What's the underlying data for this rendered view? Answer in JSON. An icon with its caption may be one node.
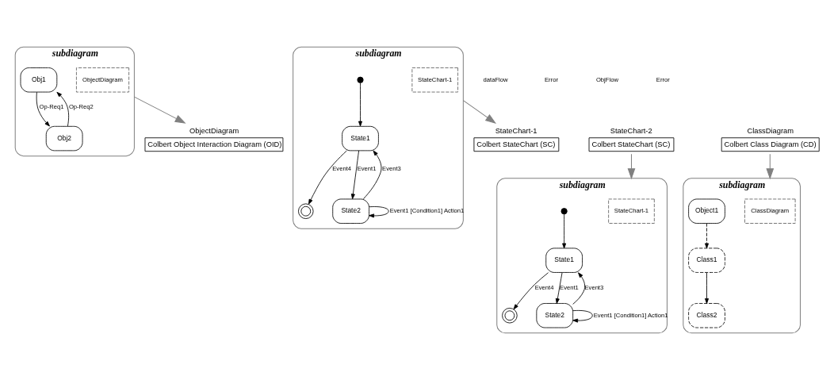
{
  "diagram": {
    "nodes": [
      {
        "text": [
          "ObjectDiagram",
          "Colbert Object Interaction Diagram (OID)"
        ]
      },
      {
        "text": [
          "StateChart-1",
          "Colbert StateChart (SC)"
        ]
      },
      {
        "text": [
          "StateChart-2",
          "Colbert StateChart (SC)"
        ]
      },
      {
        "text": [
          "ClassDiagram",
          "Colbert Class Diagram (CD)"
        ]
      },
      {
        "text": [
          "subdiagram"
        ]
      },
      {
        "text": [
          "ObjectDiagram"
        ],
        "in": 4
      },
      {
        "text": [
          "Obj1"
        ],
        "in": 4
      },
      {
        "text": [
          "Obj2"
        ],
        "in": 4
      },
      {
        "text": [
          "subdiagram"
        ]
      },
      {
        "text": [
          "ClassDiagram"
        ],
        "in": 8
      },
      {
        "text": [
          "Class2"
        ],
        "in": 8
      },
      {
        "text": [
          "Class1"
        ],
        "in": 8
      },
      {
        "text": [
          "Object1"
        ],
        "in": 8
      },
      {
        "text": [
          "subdiagram"
        ]
      },
      {
        "text": [
          "StateChart-1"
        ],
        "in": 13
      },
      {
        "text": [],
        "shape": "dot",
        "in": 13
      },
      {
        "text": [
          "State1"
        ],
        "in": 13
      },
      {
        "text": [],
        "shape": "circle",
        "in": 13
      },
      {
        "text": [
          "State2"
        ],
        "in": 13
      },
      {
        "text": [
          "subdiagram"
        ]
      },
      {
        "text": [
          "StateChart-1"
        ],
        "in": 19
      },
      {
        "text": [],
        "shape": "dot",
        "in": 19
      },
      {
        "text": [
          "State1"
        ],
        "in": 19
      },
      {
        "text": [],
        "shape": "circle",
        "in": 19
      },
      {
        "text": [
          "State2"
        ],
        "in": 19
      }
    ],
    "edges": [
      {
        "from": 4,
        "to": 0,
        "arrow": "to",
        "color": "#808080"
      },
      {
        "from": 3,
        "to": 8,
        "arrow": "to",
        "color": "#808080"
      },
      {
        "from": 13,
        "to": 1,
        "arrow": "to",
        "color": "#808080"
      },
      {
        "from": 2,
        "to": 19,
        "arrow": "to",
        "color": "#808080"
      },
      {
        "from": 6,
        "to": 7,
        "label": "Op-Req1",
        "arrow": "to"
      },
      {
        "from": 7,
        "to": 6,
        "label": "Op-Req2",
        "arrow": "to"
      },
      {
        "from": 11,
        "to": 10,
        "arrow": "to"
      },
      {
        "from": 12,
        "to": 11,
        "arrow": "to",
        "style": "dashed"
      },
      {
        "from": 15,
        "to": 16,
        "arrow": "to"
      },
      {
        "from": 16,
        "to": 17,
        "label": "Event4",
        "arrow": "to"
      },
      {
        "from": 16,
        "to": 18,
        "label": "Event1",
        "arrow": "to"
      },
      {
        "from": 18,
        "to": 16,
        "label": "Event3",
        "arrow": "to"
      },
      {
        "from": 18,
        "to": 18,
        "label": "Event1 [Condition1] Action1",
        "arrow": "to"
      },
      {
        "from": 21,
        "to": 22,
        "arrow": "to"
      },
      {
        "from": 22,
        "to": 23,
        "label": "Event4",
        "arrow": "to"
      },
      {
        "from": 22,
        "to": 24,
        "label": "Event1",
        "arrow": "to"
      },
      {
        "from": 24,
        "to": 22,
        "label": "Event3",
        "arrow": "to"
      },
      {
        "from": 24,
        "to": 24,
        "label": "Event1 [Condition1] Action1",
        "arrow": "to"
      }
    ],
    "labels": [
      "dataFlow",
      "Error",
      "ObjFlow",
      "Error"
    ]
  }
}
